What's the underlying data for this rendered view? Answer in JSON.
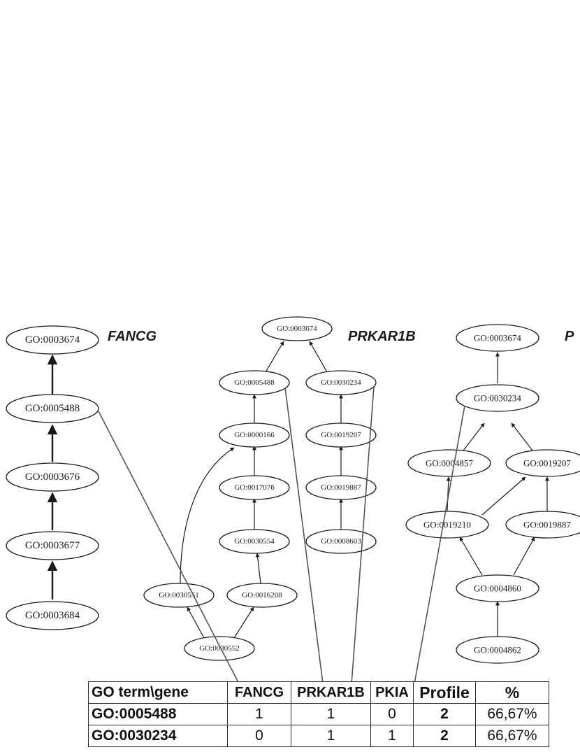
{
  "genes": {
    "fancg": "FANCG",
    "prkar1b": "PRKAR1B",
    "pkia_partial": "P"
  },
  "fancg_nodes": [
    "GO:0003674",
    "GO:0005488",
    "GO:0003676",
    "GO:0003677",
    "GO:0003684"
  ],
  "prkar1b_nodes": [
    "GO:0003674",
    "GO:0005488",
    "GO:0030234",
    "GO:0000166",
    "GO:0019207",
    "GO:0017076",
    "GO:0019887",
    "GO:0030554",
    "GO:0008603",
    "GO:0030551",
    "GO:0016208",
    "GO:0030552"
  ],
  "pkia_nodes": [
    "GO:0003674",
    "GO:0030234",
    "GO:0004857",
    "GO:0019207",
    "GO:0019210",
    "GO:0019887",
    "GO:0004860",
    "GO:0004862"
  ],
  "table": {
    "headers": [
      "GO term\\gene",
      "FANCG",
      "PRKAR1B",
      "PKIA",
      "Profile",
      "%"
    ],
    "rows": [
      [
        "GO:0005488",
        "1",
        "1",
        "0",
        "2",
        "66,67%"
      ],
      [
        "GO:0030234",
        "0",
        "1",
        "1",
        "2",
        "66,67%"
      ]
    ]
  }
}
